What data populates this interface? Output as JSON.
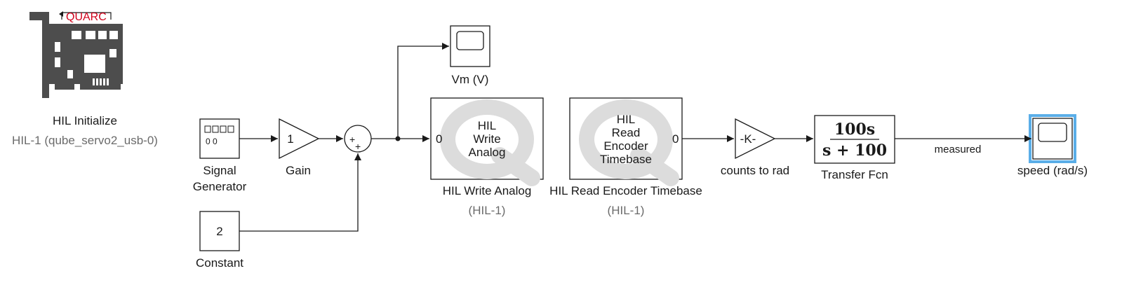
{
  "hil_initialize": {
    "logo_text": "QUARC",
    "label": "HIL Initialize",
    "sublabel": "HIL-1 (qube_servo2_usb-0)"
  },
  "signal_generator": {
    "label_line1": "Signal",
    "label_line2": "Generator",
    "icon_text": "0 0"
  },
  "gain": {
    "value": "1",
    "label": "Gain"
  },
  "sum": {
    "sign1": "+",
    "sign2": "+"
  },
  "constant": {
    "value": "2",
    "label": "Constant"
  },
  "scope_vm": {
    "label": "Vm (V)"
  },
  "hil_write": {
    "port": "0",
    "icon_line1": "HIL",
    "icon_line2": "Write",
    "icon_line3": "Analog",
    "label": "HIL Write Analog",
    "sublabel": "(HIL-1)"
  },
  "hil_read": {
    "port": "0",
    "icon_line1": "HIL",
    "icon_line2": "Read",
    "icon_line3": "Encoder",
    "icon_line4": "Timebase",
    "label": "HIL Read Encoder Timebase",
    "sublabel": "(HIL-1)"
  },
  "counts_to_rad": {
    "value": "-K-",
    "label": "counts to rad"
  },
  "transfer_fcn": {
    "numerator": "100s",
    "denominator": "s + 100",
    "label": "Transfer Fcn"
  },
  "signal_measured": {
    "label": "measured"
  },
  "scope_speed": {
    "label": "speed (rad/s)"
  },
  "colors": {
    "selection": "#5aaee8",
    "quarc_red": "#d0021b",
    "card_gray": "#4d4d4d",
    "watermark": "#dcdcdc"
  },
  "icons": [
    "quarc-card-icon",
    "scope-icon",
    "signal-generator-icon",
    "q-watermark-icon",
    "arrow-icon"
  ]
}
